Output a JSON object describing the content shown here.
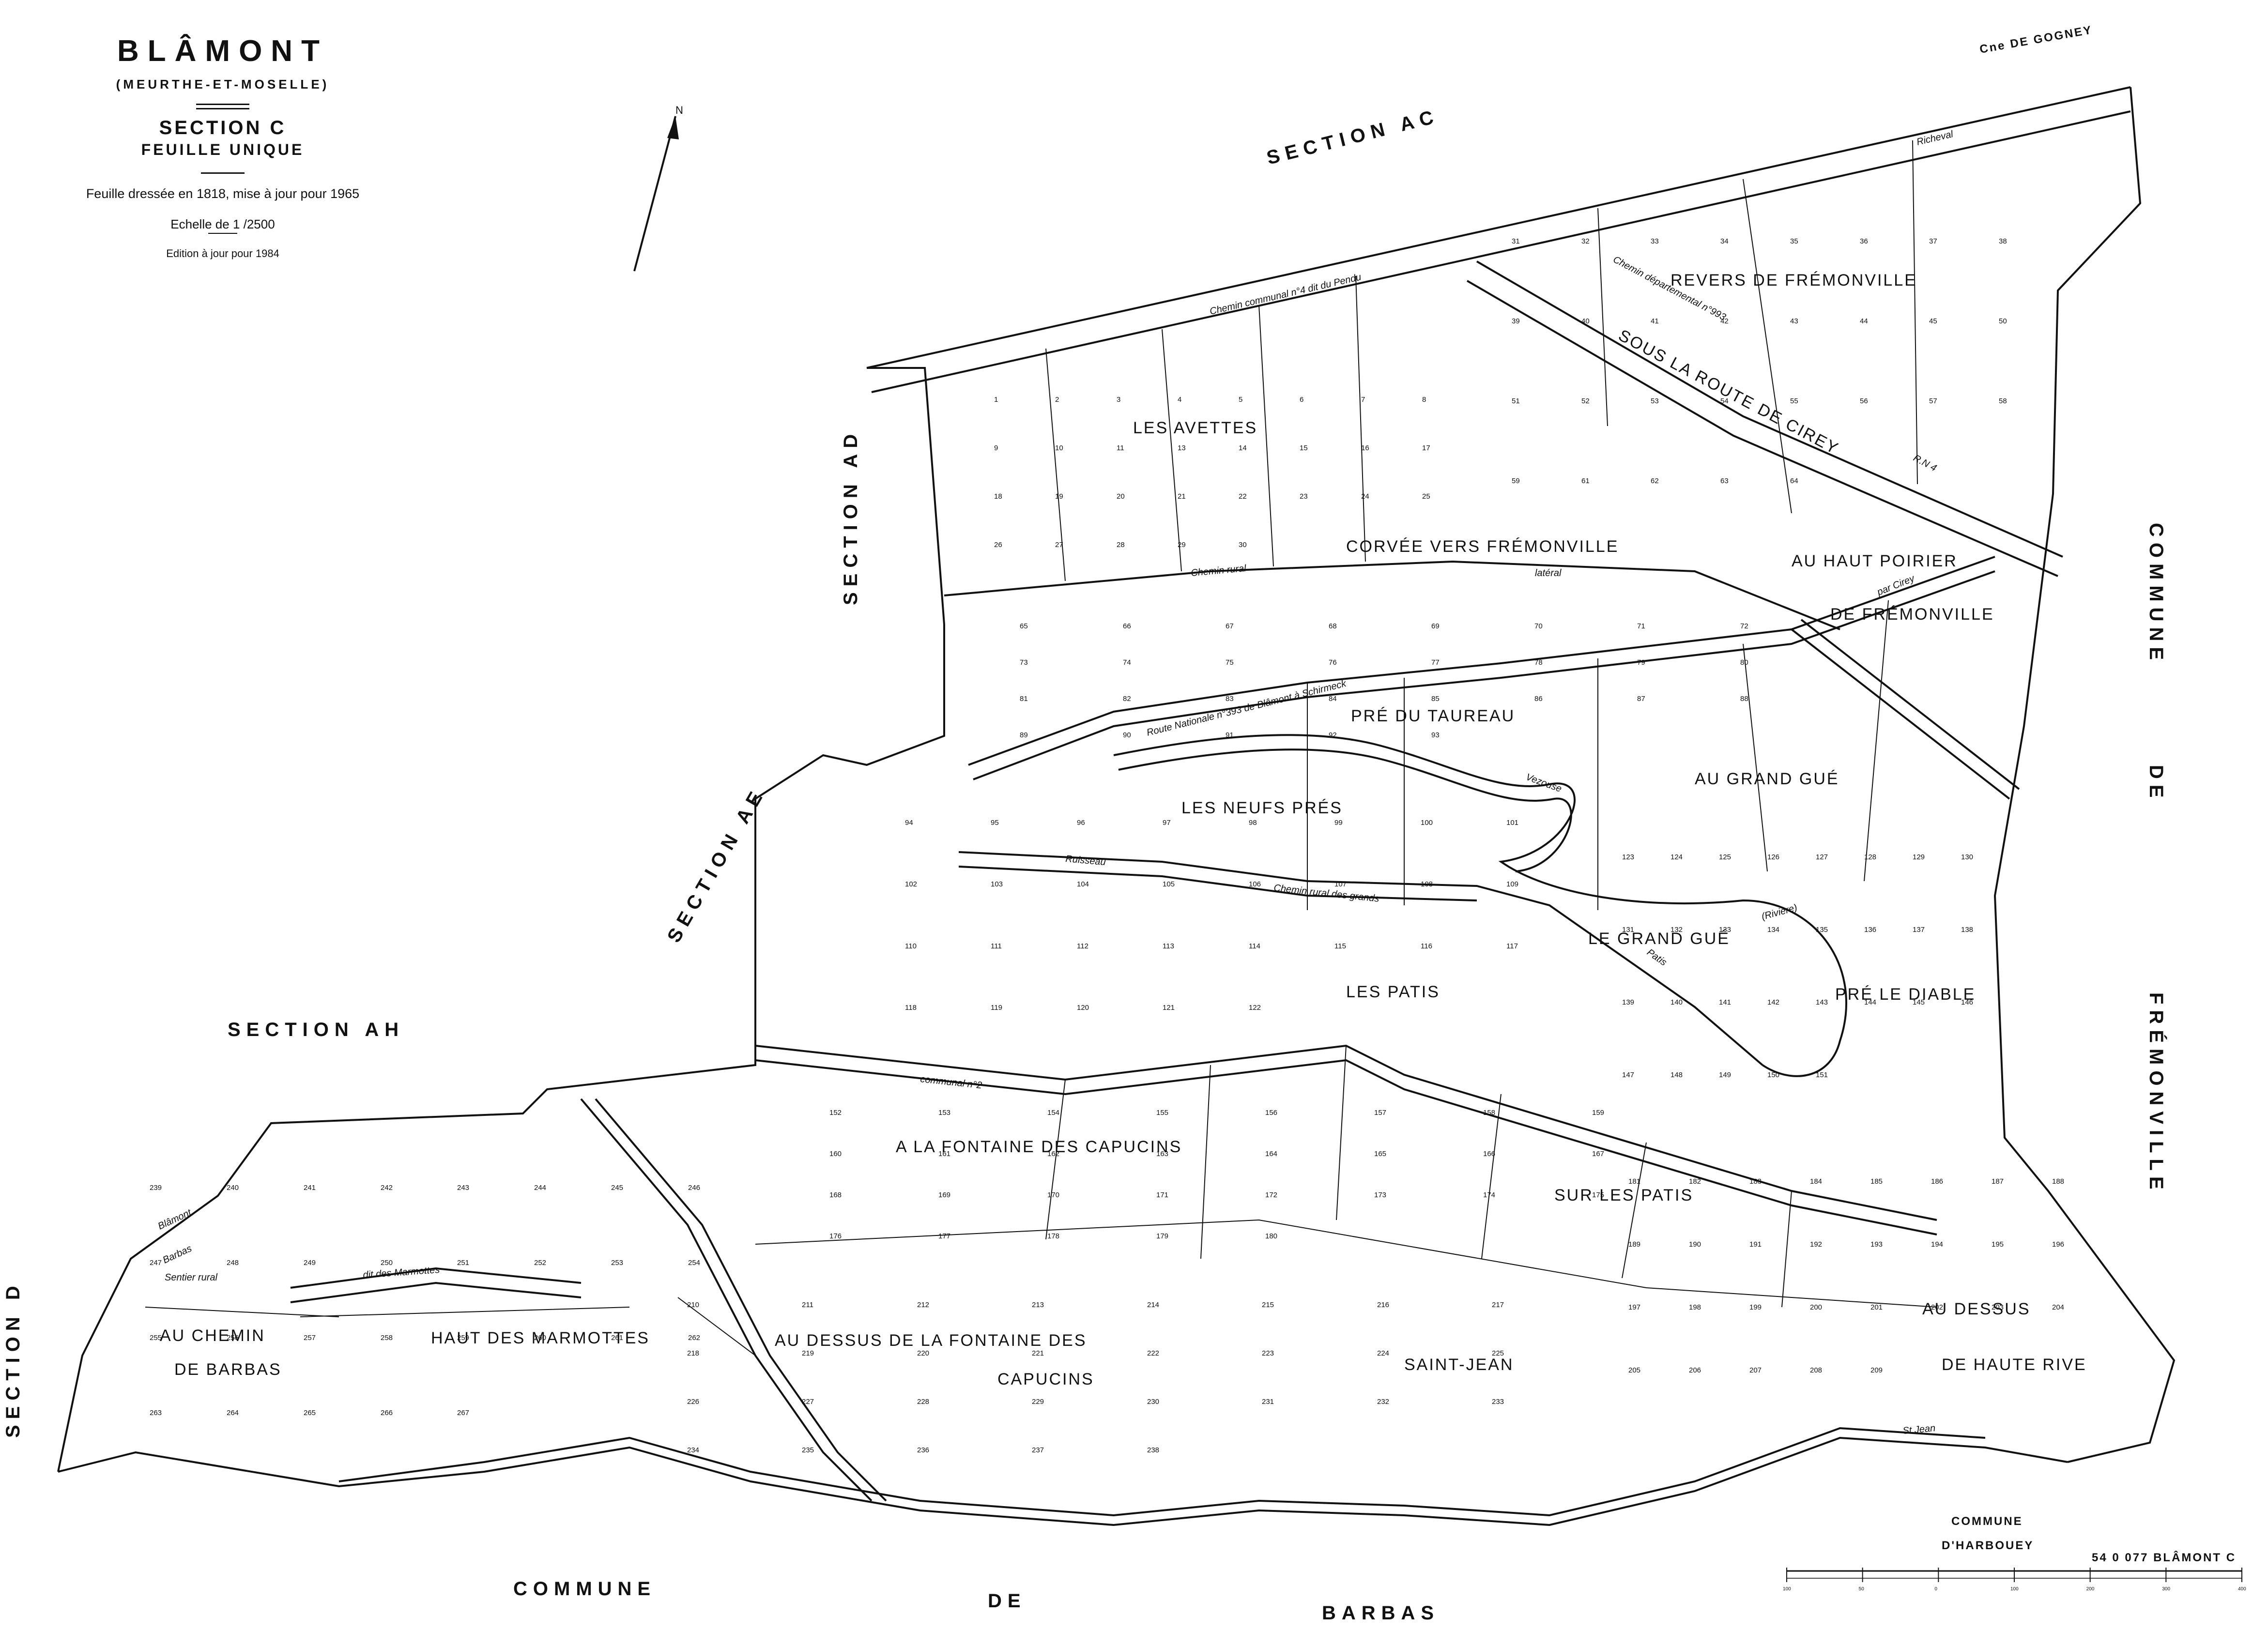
{
  "header": {
    "commune": "BLÂMONT",
    "department": "(MEURTHE-ET-MOSELLE)",
    "section": "SECTION C",
    "sheet": "FEUILLE UNIQUE",
    "drawn_note": "Feuille dressée en 1818, mise à jour pour 1965",
    "scale": "Echelle de 1 /2500",
    "edition": "Edition à jour pour 1984"
  },
  "north_arrow": {
    "label": "N",
    "icon": "north-arrow-icon"
  },
  "neighbors": {
    "section_ac": "SECTION AC",
    "section_ad": "SECTION AD",
    "section_ae": "SECTION AE",
    "section_ah": "SECTION AH",
    "section_d": "SECTION D",
    "gogney": "Cne DE GOGNEY",
    "fremonville_1": "COMMUNE",
    "fremonville_2": "DE",
    "fremonville_3": "FRÉMONVILLE",
    "barbas_1": "COMMUNE",
    "barbas_2": "DE",
    "barbas_3": "BARBAS",
    "harbouey_1": "COMMUNE",
    "harbouey_2": "D'HARBOUEY"
  },
  "lieux_dits": {
    "revers": "REVERS DE FRÉMONVILLE",
    "sous_route": "SOUS LA ROUTE DE CIREY",
    "avettes": "LES AVETTES",
    "corvee": "CORVÉE VERS FRÉMONVILLE",
    "haut_poirier_1": "AU HAUT POIRIER",
    "haut_poirier_2": "DE FRÉMONVILLE",
    "pre_taureau": "PRÉ DU TAUREAU",
    "neufs_pres": "LES NEUFS PRÉS",
    "grand_gue": "AU GRAND GUÉ",
    "le_grand_gue": "LE GRAND GUÉ",
    "pre_diable": "PRÉ LE DIABLE",
    "les_patis": "LES PATIS",
    "fontaine_capucins": "A LA FONTAINE DES CAPUCINS",
    "sur_patis": "SUR LES PATIS",
    "au_dessus_fontaine_1": "AU DESSUS DE LA FONTAINE DES",
    "au_dessus_fontaine_2": "CAPUCINS",
    "saint_jean": "SAINT-JEAN",
    "au_dessus_1": "AU DESSUS",
    "haute_rive": "DE HAUTE RIVE",
    "chemin_barbas_1": "AU CHEMIN",
    "chemin_barbas_2": "DE BARBAS",
    "haut_marmottes": "HAUT DES MARMOTTES"
  },
  "roads": {
    "chemin_communal_4": "Chemin communal n°4 dit du Pendu",
    "richeval": "Richeval",
    "rd_993": "Chemin départemental n°993",
    "rn_4": "R.N 4",
    "rn_393_label": "Route Nationale n°393 de Blâmont à Schirmeck",
    "chemin_rural": "Chemin rural",
    "lateral": "latéral",
    "cirey": "par Cirey",
    "vezouse": "Vezouse",
    "ruisseau": "Ruisseau",
    "riviere": "(Rivière)",
    "patis": "Patis",
    "chemin_des_grands_pres": "Chemin rural des grands",
    "communal_n2": "communal n°2",
    "marmottes": "dit des Marmottes",
    "st_jean": "St Jean",
    "sentier_rural": "Sentier rural",
    "barbas_road": "Barbas",
    "blamont_road": "Blâmont"
  },
  "parcels": [
    "1",
    "2",
    "3",
    "4",
    "5",
    "6",
    "7",
    "8",
    "9",
    "10",
    "11",
    "13",
    "14",
    "15",
    "16",
    "17",
    "18",
    "19",
    "20",
    "21",
    "22",
    "23",
    "24",
    "25",
    "26",
    "27",
    "28",
    "29",
    "30",
    "31",
    "32",
    "33",
    "34",
    "35",
    "36",
    "37",
    "38",
    "39",
    "40",
    "41",
    "42",
    "43",
    "44",
    "45",
    "50",
    "51",
    "52",
    "53",
    "54",
    "55",
    "56",
    "57",
    "58",
    "59",
    "61",
    "62",
    "63",
    "64",
    "65",
    "66",
    "67",
    "68",
    "69",
    "70",
    "71",
    "72",
    "73",
    "74",
    "75",
    "76",
    "77",
    "78",
    "79",
    "80",
    "81",
    "82",
    "83",
    "84",
    "85",
    "86",
    "87",
    "88",
    "89",
    "90",
    "91",
    "92",
    "93",
    "94",
    "95",
    "96",
    "97",
    "98",
    "99",
    "100",
    "101",
    "102",
    "103",
    "104",
    "105",
    "106",
    "107",
    "108",
    "109",
    "110",
    "111",
    "112",
    "113",
    "114",
    "115",
    "116",
    "117",
    "118",
    "119",
    "120",
    "121",
    "122",
    "123",
    "124",
    "125",
    "126",
    "127",
    "128",
    "129",
    "130",
    "131",
    "132",
    "133",
    "134",
    "135",
    "136",
    "137",
    "138",
    "139",
    "140",
    "141",
    "142",
    "143",
    "144",
    "145",
    "146",
    "147",
    "148",
    "149",
    "150",
    "151",
    "152",
    "153",
    "154",
    "155",
    "156",
    "157",
    "158",
    "159",
    "160",
    "161",
    "162",
    "163",
    "164",
    "165",
    "166",
    "167",
    "168",
    "169",
    "170",
    "171",
    "172",
    "173",
    "174",
    "175",
    "176",
    "177",
    "178",
    "179",
    "180",
    "181",
    "182",
    "183",
    "184",
    "185",
    "186",
    "187",
    "188",
    "189",
    "190",
    "191",
    "192",
    "193",
    "194",
    "195",
    "196",
    "197",
    "198",
    "199",
    "200",
    "201",
    "202",
    "203",
    "204",
    "205",
    "206",
    "207",
    "208",
    "209",
    "210",
    "211",
    "212",
    "213",
    "214",
    "215",
    "216",
    "217",
    "218",
    "219",
    "220",
    "221",
    "222",
    "223",
    "224",
    "225",
    "226",
    "227",
    "228",
    "229",
    "230",
    "231",
    "232",
    "233",
    "234",
    "235",
    "236",
    "237",
    "238",
    "239",
    "240",
    "241",
    "242",
    "243",
    "244",
    "245",
    "246",
    "247",
    "248",
    "249",
    "250",
    "251",
    "252",
    "253",
    "254",
    "255",
    "256",
    "257",
    "258",
    "259",
    "260",
    "261",
    "262",
    "263",
    "264",
    "265",
    "266",
    "267"
  ],
  "scalebar": {
    "ticks": [
      "100",
      "50",
      "0",
      "100",
      "200",
      "300",
      "400"
    ],
    "reference": "54 0 077 BLÂMONT C"
  }
}
